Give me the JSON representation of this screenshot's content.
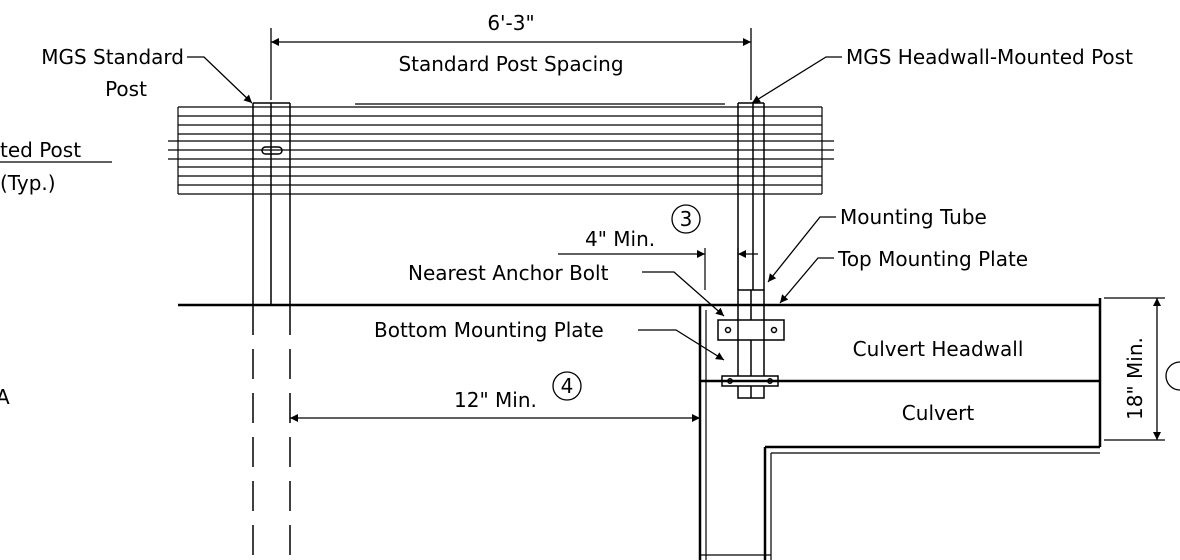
{
  "labels": {
    "spacing_value": "6'-3\"",
    "spacing_caption": "Standard Post Spacing",
    "standard_post_line1": "MGS Standard",
    "standard_post_line2": "Post",
    "headwall_post": "MGS Headwall-Mounted Post",
    "partial_left_line1": "ted Post",
    "partial_left_line2": "(Typ.)",
    "mounting_tube": "Mounting Tube",
    "top_plate": "Top Mounting Plate",
    "four_min": "4\" Min.",
    "nearest_bolt": "Nearest Anchor Bolt",
    "bottom_plate": "Bottom Mounting Plate",
    "twelve_min": "12\" Min.",
    "culvert_headwall": "Culvert Headwall",
    "culvert": "Culvert",
    "eighteen_min": "18\" Min.",
    "note_3": "3",
    "note_4": "4",
    "partial_a": "A"
  }
}
